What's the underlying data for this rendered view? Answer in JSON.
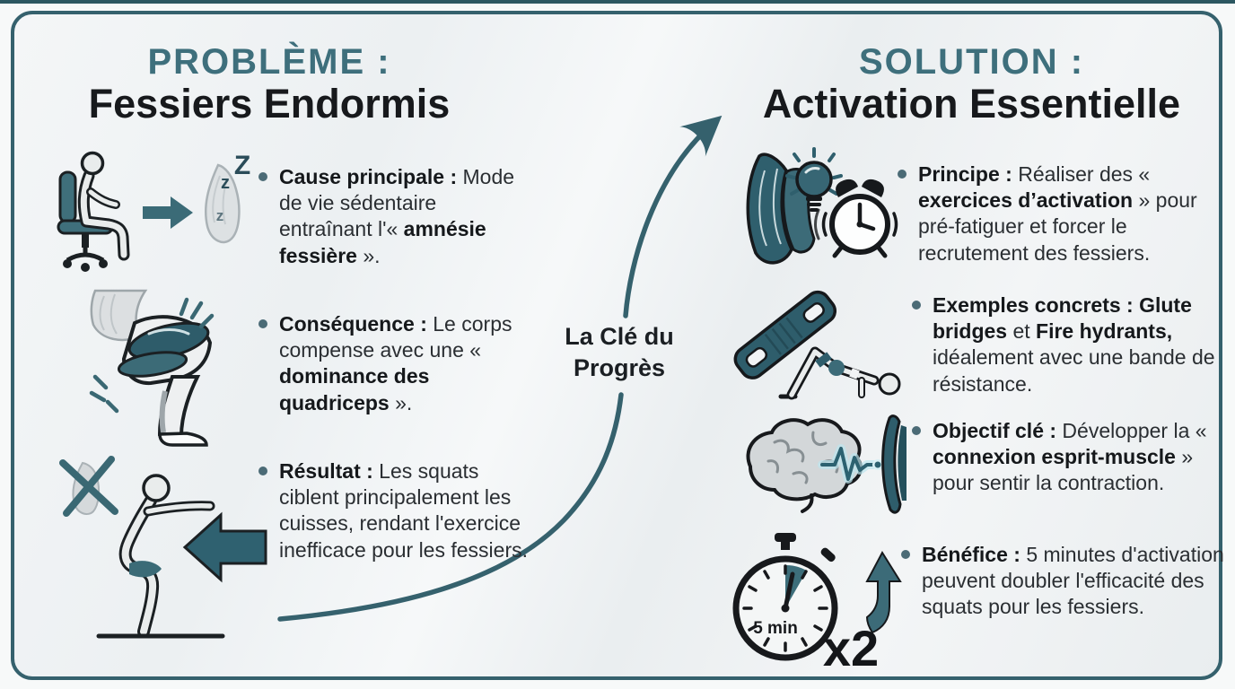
{
  "colors": {
    "accent_teal": "#3E6F7C",
    "dark_teal": "#2F5F6D",
    "text_dark": "#17191C",
    "frame_border": "#35616D",
    "background": "#EFF2F3"
  },
  "problem": {
    "title_label": "PROBLÈME :",
    "title_main": "Fessiers Endormis",
    "items": [
      {
        "b1": "Cause principale :",
        "t1": " Mode de vie sédentaire entraînant l'« ",
        "b2": "amnésie fessière",
        "t2": " »."
      },
      {
        "b1": "Conséquence :",
        "t1": " Le corps compense avec une « ",
        "b2": "dominance des quadriceps",
        "t2": " »."
      },
      {
        "b1": "Résultat :",
        "t1": " Les squats ciblent principalement les cuisses, rendant l'exercice inefficace pour les fessiers.",
        "b2": "",
        "t2": ""
      }
    ]
  },
  "key_message": {
    "line1": "La Clé du",
    "line2": "Progrès"
  },
  "solution": {
    "title_label": "SOLUTION :",
    "title_main": "Activation Essentielle",
    "items": [
      {
        "b1": "Principe :",
        "t1": " Réaliser des « ",
        "b2": "exercices d’activation",
        "t2": " » pour pré-fatiguer et forcer le recrutement des fessiers."
      },
      {
        "b1": "Exemples concrets : Glute bridges",
        "t1": " et ",
        "b2": "Fire hydrants,",
        "t2": " idéalement avec une bande de résistance."
      },
      {
        "b1": "Objectif clé :",
        "t1": " Développer la « ",
        "b2": "connexion esprit-muscle",
        "t2": " » pour sentir la contraction."
      },
      {
        "b1": "Bénéfice :",
        "t1": " 5 minutes d'activation peuvent doubler l'efficacité des squats pour les fessiers.",
        "b2": "",
        "t2": ""
      }
    ]
  },
  "icon_labels": {
    "z_top_small": "z",
    "z_top_large": "Z",
    "z_inner": "z",
    "stopwatch": "5 min",
    "multiplier": "x2"
  }
}
